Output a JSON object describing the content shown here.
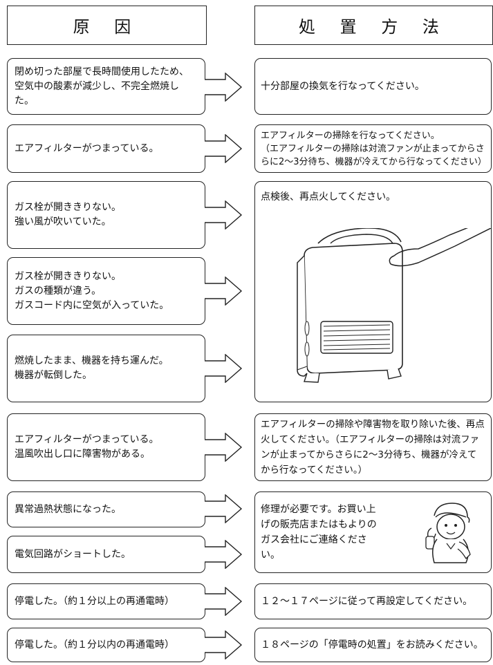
{
  "headers": {
    "cause": "原 因",
    "remedy": "処 置 方 法"
  },
  "causes": [
    "閉め切った部屋で長時間使用したため、空気中の酸素が減少し、不完全燃焼した。",
    "エアフィルターがつまっている。",
    "ガス栓が開ききりない。\n強い風が吹いていた。",
    "ガス栓が開ききりない。\nガスの種類が違う。\nガスコード内に空気が入っていた。",
    "燃焼したまま、機器を持ち運んだ。\n機器が転倒した。",
    "エアフィルターがつまっている。\n温風吹出し口に障害物がある。",
    "異常過熱状態になった。",
    "電気回路がショートした。",
    "停電した。（約１分以上の再通電時）",
    "停電した。（約１分以内の再通電時）"
  ],
  "remedies": [
    "十分部屋の換気を行なってください。",
    "エアフィルターの掃除を行なってください。\n（エアフィルターの掃除は対流ファンが止まってからさらに2〜3分待ち、機器が冷えてから行なってください）",
    "点検後、再点火してください。",
    "エアフィルターの掃除や障害物を取り除いた後、再点火してください。（エアフィルターの掃除は対流ファンが止まってからさらに2〜3分待ち、機器が冷えてから行なってください。）",
    "修理が必要です。お買い上げの販売店またはもよりのガス会社にご連絡ください。",
    "１２〜１７ページに従って再設定してください。",
    "１８ページの「停電時の処置」をお読みください。"
  ],
  "icons": [
    "arrow-right-icon",
    "heater-illustration",
    "phone-person-icon"
  ]
}
